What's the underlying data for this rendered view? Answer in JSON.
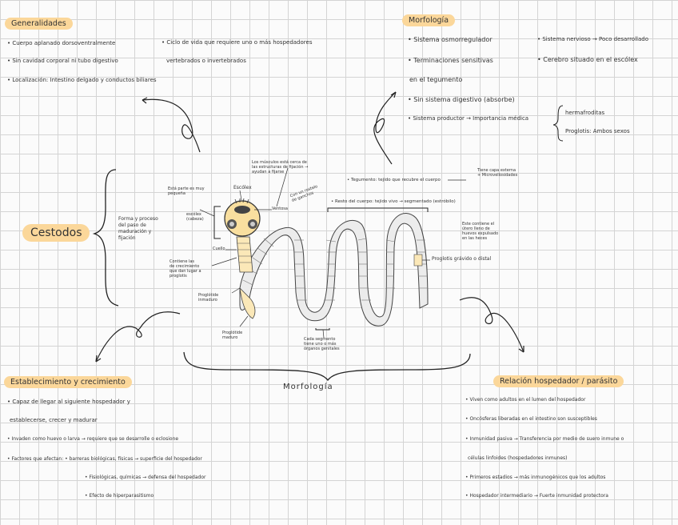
{
  "generalidades": {
    "title": "Generalidades",
    "items": [
      "• Cuerpo aplanado dorsoventralmente",
      "• Sin cavidad corporal ni tubo digestivo",
      "• Localización: Intestino delgado y conductos biliares",
      "• Ciclo de vida que requiere uno o más hospedadores",
      "vertebrados o invertebrados"
    ]
  },
  "morfologia_top": {
    "title": "Morfología",
    "items": [
      "• Sistema osmorregulador",
      "• Terminaciones sensitivas",
      "en el tegumento",
      "• Sin sistema digestivo (absorbe)",
      "• Sistema productor → Importancia médica",
      "• Sistema nervioso → Poco desarrollado",
      "• Cerebro situado en el escólex"
    ],
    "branch": [
      "hermafroditas",
      "Proglotis: Ambos sexos"
    ]
  },
  "center": {
    "title": "Cestodos",
    "side_note": [
      "Forma y proceso",
      "del paso de",
      "maduración y",
      "fijación"
    ],
    "bottom_label": "Morfología"
  },
  "diagram_labels": {
    "escolex": "Escólex",
    "ventosa": "Ventosa",
    "escolex_cabeza": [
      "escólex",
      "(cabeza)"
    ],
    "rostelo_note": [
      "Con un rostelo",
      "de ganchos"
    ],
    "cabeza_note": [
      "Está parte es muy",
      "pequeña"
    ],
    "musculos_note": [
      "Los músculos está cerca de",
      "las estructuras de fijación →",
      "ayudan a fijarse"
    ],
    "cuello": "Cuello",
    "cuello_note": [
      "Contiene las",
      "de crecimiento",
      "que dan lugar a",
      "proglotis"
    ],
    "proglotis_inmaduro": [
      "Proglótide",
      "inmaduro"
    ],
    "proglotis_maduro": [
      "Proglótide",
      "maduro"
    ],
    "estrobilo_note": [
      "Cada segmento",
      "tiene uno o más",
      "órganos genitales"
    ],
    "grávido": "Proglotis grávido o distal",
    "gravido_note": [
      "Este contiene el",
      "útero lleno de",
      "huevos expulsado",
      "en las heces"
    ],
    "tegumento_line": "• Tegumento: tejido que recubre el cuerpo",
    "estrobilo_line": "• Resto del cuerpo: tejido vivo → segmentado (estróbilo)",
    "tegumento_side": [
      "Tiene capa externa",
      "+ Microvellosidades"
    ]
  },
  "establecimiento": {
    "title": "Establecimiento y crecimiento",
    "items": [
      "• Capaz de llegar al siguiente hospedador y",
      "establecerse, crecer y madurar",
      "• Invaden como huevo o larva → requiere que se desarrolle o eclosione",
      "• Factores que afectan: • barreras biológicas, físicas → superficie del hospedador",
      "• Fisiológicas, químicas → defensa del hospedador",
      "• Efecto de hiperparasitismo"
    ]
  },
  "relacion": {
    "title": "Relación hospedador / parásito",
    "items": [
      "• Viven como adultos en el lumen del hospedador",
      "• Oncósferas liberadas en el intestino son susceptibles",
      "• Inmunidad pasiva → Transferencia por medio de suero inmune o",
      "células linfoides (hospedadores inmunes)",
      "• Primeros estadios → más inmunogénicos que los adultos",
      "• Hospedador intermediario → Fuerte inmunidad protectora"
    ]
  }
}
